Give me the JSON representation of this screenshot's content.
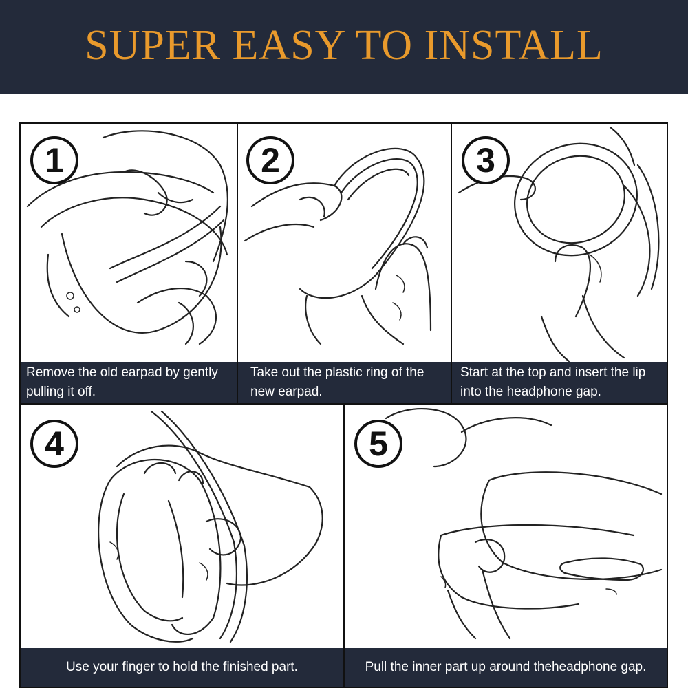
{
  "header": {
    "title": "SUPER EASY TO INSTALL",
    "background": "#232a3a",
    "title_color": "#e99a2c"
  },
  "steps": [
    {
      "number": "1",
      "caption": "Remove the old earpad by gently pulling it off.",
      "illustration": "hand-removing-earpad"
    },
    {
      "number": "2",
      "caption": "Take out the plastic ring of the new earpad.",
      "illustration": "hand-removing-plastic-ring"
    },
    {
      "number": "3",
      "caption": "Start at the top and insert the lip into the headphone gap.",
      "illustration": "hand-inserting-lip"
    },
    {
      "number": "4",
      "caption": "Use your finger to hold the finished part.",
      "illustration": "finger-holding-earpad"
    },
    {
      "number": "5",
      "caption": "Pull the inner part up around theheadphone gap.",
      "illustration": "pulling-inner-part"
    }
  ]
}
